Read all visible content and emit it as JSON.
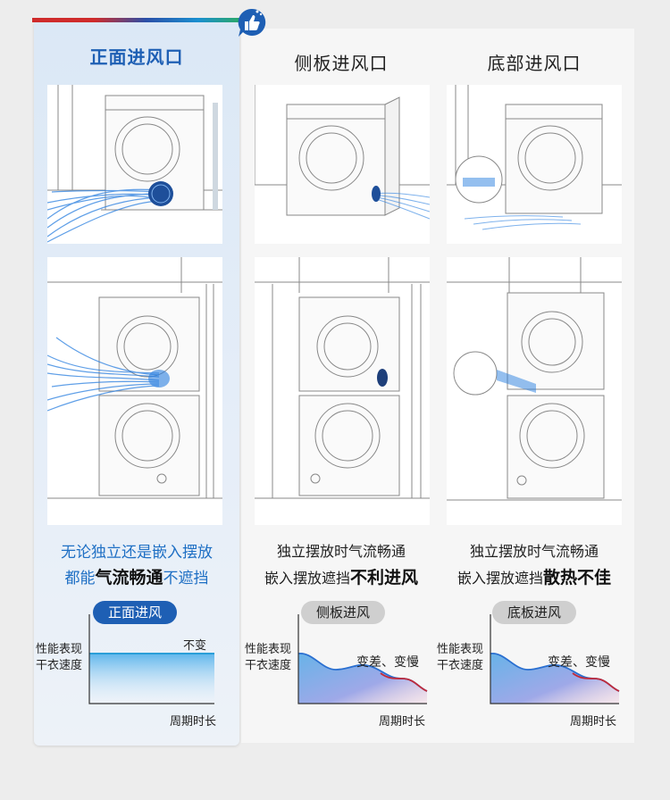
{
  "columns": [
    {
      "title": "正面进风口",
      "cap1": "无论独立还是嵌入摆放",
      "cap2_a": "都能",
      "cap2_b": "气流畅通",
      "cap2_c": "不遮挡",
      "tag": "正面进风",
      "note": "不变"
    },
    {
      "title": "侧板进风口",
      "cap1": "独立摆放时气流畅通",
      "cap2_a": "嵌入摆放遮挡",
      "cap2_b": "不利进风",
      "tag": "侧板进风",
      "note": "变差、变慢"
    },
    {
      "title": "底部进风口",
      "cap1": "独立摆放时气流畅通",
      "cap2_a": "嵌入摆放遮挡",
      "cap2_b": "散热不佳",
      "tag": "底板进风",
      "note": "变差、变慢"
    }
  ],
  "ylabel1": "性能表现",
  "ylabel2": "干衣速度",
  "xlabel": "周期时长",
  "colors": {
    "accent": "#1e5fb4",
    "airflow": "#2a7fe0",
    "gray_pill": "#cfcfcf"
  },
  "icons": [
    "thumbs-up-icon",
    "dryer-illustration-icon",
    "airflow-icon"
  ]
}
